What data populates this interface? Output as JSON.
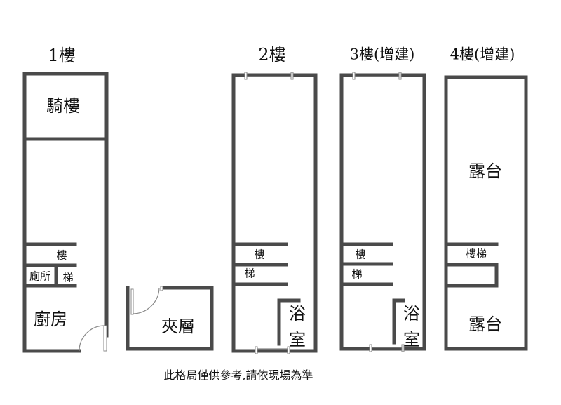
{
  "floors": {
    "f1": {
      "title": "1樓",
      "rooms": {
        "arcade": "騎樓",
        "stair_top": "樓",
        "toilet": "廁所",
        "stair_bottom": "梯",
        "kitchen": "廚房"
      }
    },
    "mezz": {
      "room": "夾層"
    },
    "f2": {
      "title": "2樓",
      "rooms": {
        "stair_top": "樓",
        "stair_bottom": "梯",
        "bath_1": "浴",
        "bath_2": "室"
      }
    },
    "f3": {
      "title": "3樓(增建)",
      "rooms": {
        "stair_top": "樓",
        "stair_bottom": "梯",
        "bath_1": "浴",
        "bath_2": "室"
      }
    },
    "f4": {
      "title": "4樓(增建)",
      "rooms": {
        "balcony_top": "露台",
        "stairs": "樓梯",
        "balcony_bottom": "露台"
      }
    }
  },
  "caption": "此格局僅供參考,請依現場為準"
}
